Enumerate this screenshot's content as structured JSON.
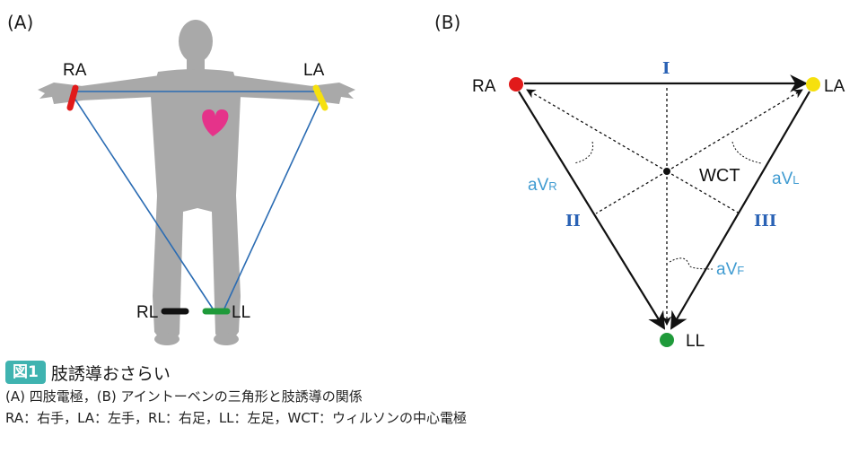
{
  "colors": {
    "silhouette": "#a9a9a9",
    "heart": "#e5338a",
    "wire": "#2b6cb3",
    "ra": "#e11a1a",
    "la": "#f6e00e",
    "rl": "#111111",
    "ll": "#1f9a3a",
    "lead_text": "#2a62b5",
    "aug_text": "#3f9bd1",
    "badge": "#3fb3b0"
  },
  "panel_a": {
    "label": "(A)",
    "electrodes": {
      "ra": "RA",
      "la": "LA",
      "rl": "RL",
      "ll": "LL"
    }
  },
  "panel_b": {
    "label": "(B)",
    "nodes": {
      "ra": "RA",
      "la": "LA",
      "ll": "LL"
    },
    "leads": {
      "i": "I",
      "ii": "II",
      "iii": "III"
    },
    "augmented": {
      "avr": {
        "base": "aV",
        "sub": "R"
      },
      "avl": {
        "base": "aV",
        "sub": "L"
      },
      "avf": {
        "base": "aV",
        "sub": "F"
      }
    },
    "center": "WCT"
  },
  "caption": {
    "badge": "図1",
    "title": "肢誘導おさらい",
    "line1": "(A) 四肢電極，(B) アイントーベンの三角形と肢誘導の関係",
    "line2": "RA：右手，LA：左手，RL：右足，LL：左足，WCT：ウィルソンの中心電極"
  }
}
